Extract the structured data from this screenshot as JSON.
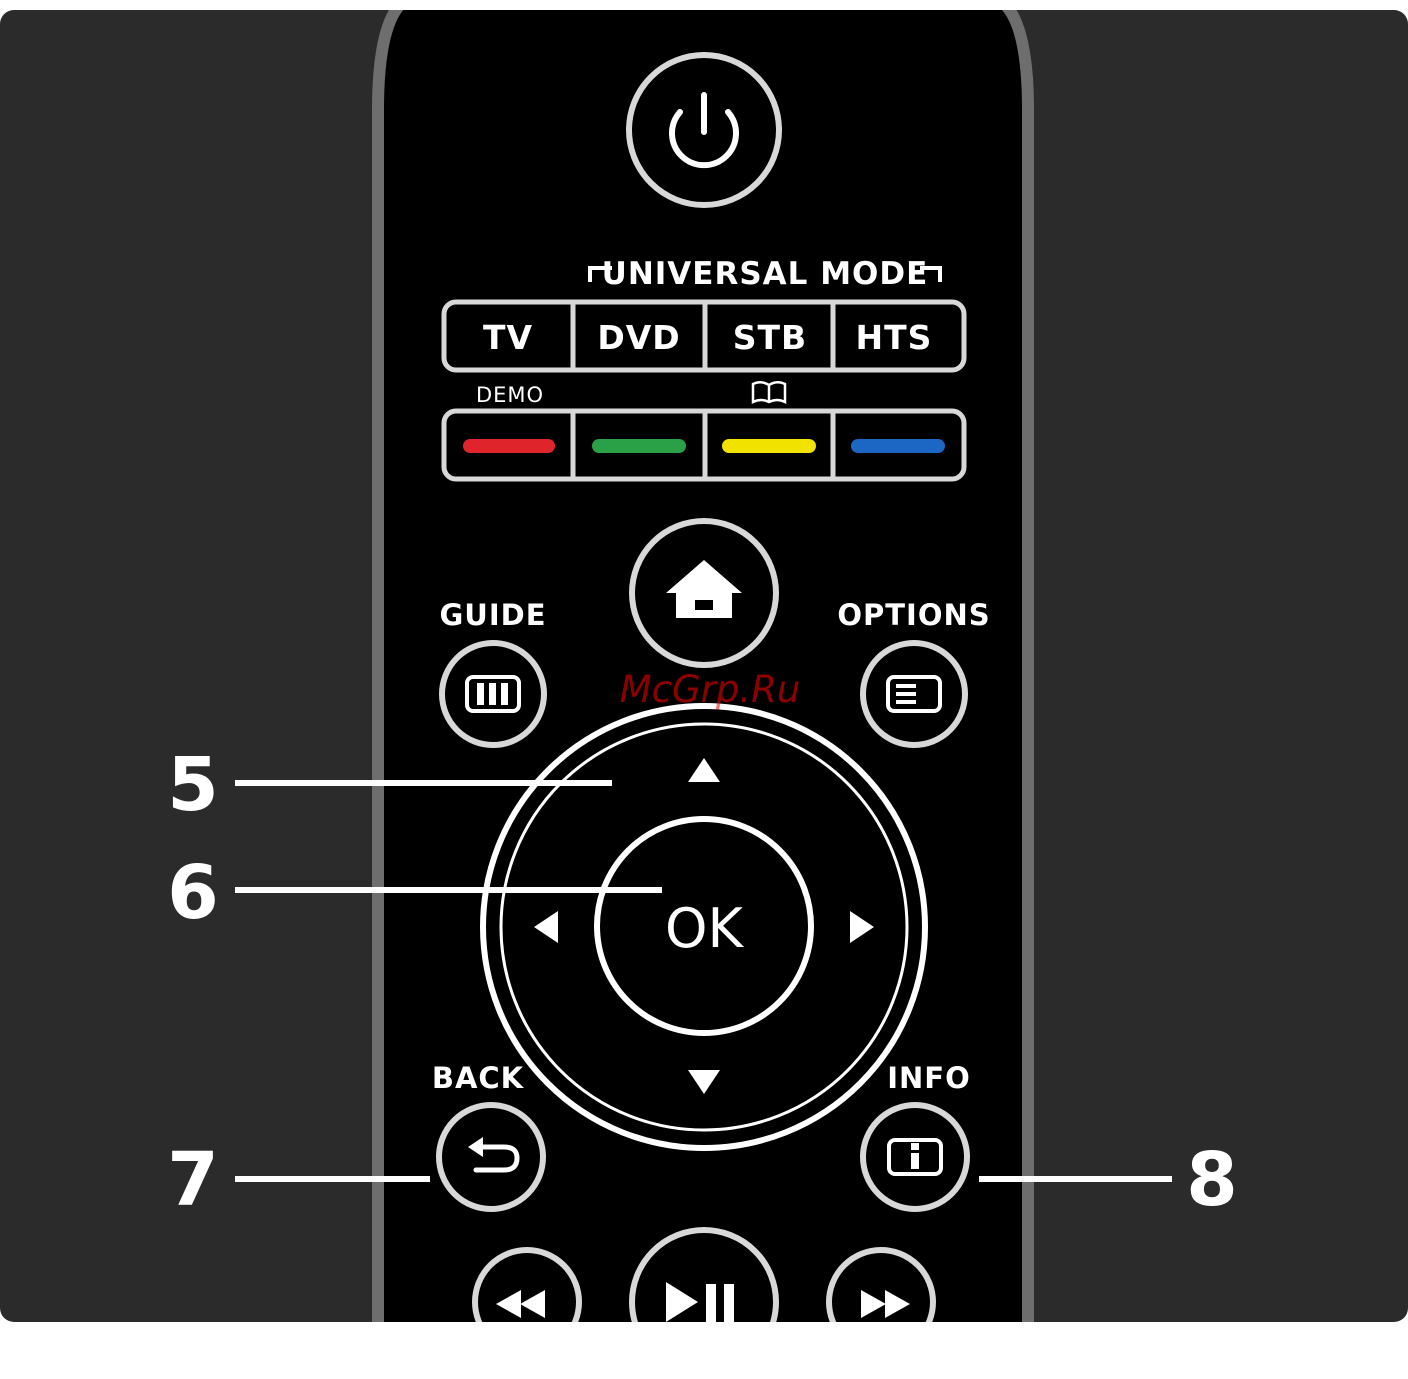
{
  "universal_mode": {
    "title": "UNIVERSAL MODE",
    "buttons": [
      "TV",
      "DVD",
      "STB",
      "HTS"
    ]
  },
  "color_keys": {
    "demo_label": "DEMO",
    "colors": [
      "#e0242b",
      "#2aa147",
      "#f1e200",
      "#1b67c3"
    ]
  },
  "nav": {
    "guide_label": "GUIDE",
    "options_label": "OPTIONS",
    "ok_label": "OK",
    "back_label": "BACK",
    "info_label": "INFO"
  },
  "callouts": {
    "c5": "5",
    "c6": "6",
    "c7": "7",
    "c8": "8"
  },
  "watermark": "McGrp.Ru",
  "icons": [
    "power-icon",
    "book-icon",
    "home-icon",
    "guide-icon",
    "options-icon",
    "up-arrow-icon",
    "down-arrow-icon",
    "left-arrow-icon",
    "right-arrow-icon",
    "back-icon",
    "info-icon",
    "rewind-icon",
    "play-pause-icon",
    "fast-forward-icon"
  ]
}
